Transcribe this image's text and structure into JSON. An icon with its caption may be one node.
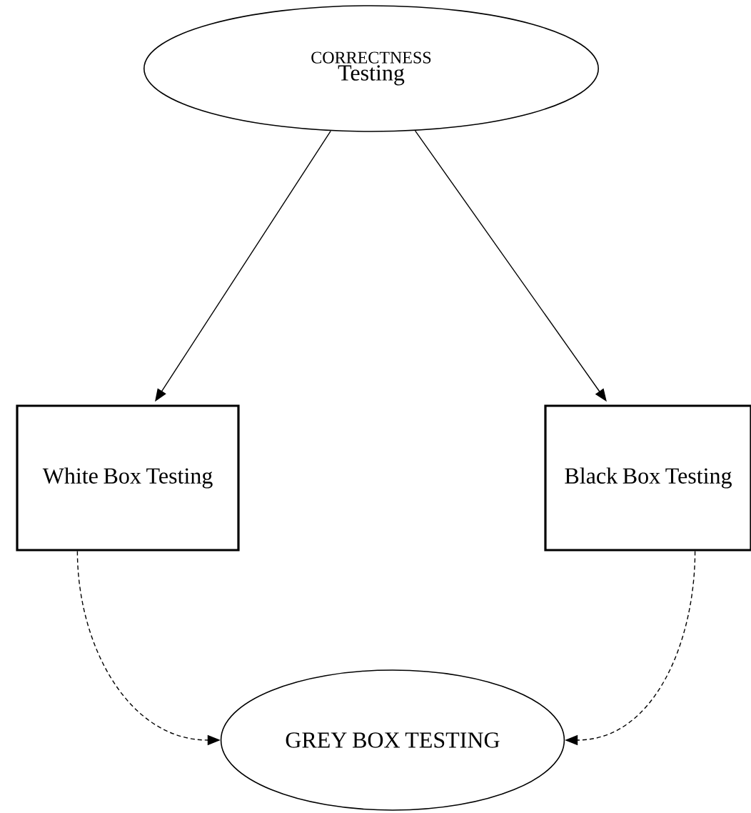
{
  "diagram": {
    "nodes": [
      {
        "text": [
          "CORRECTNESS",
          "Testing"
        ]
      },
      {
        "text": [
          "White Box Testing"
        ]
      },
      {
        "text": [
          "Black Box Testing"
        ]
      },
      {
        "text": [
          "GREY BOX TESTING"
        ]
      }
    ],
    "edges": [
      {
        "from": 0,
        "to": 1,
        "arrow": "to"
      },
      {
        "from": 0,
        "to": 2,
        "arrow": "to"
      },
      {
        "from": 1,
        "to": 3,
        "arrow": "to",
        "style": "dashed"
      },
      {
        "from": 2,
        "to": 3,
        "arrow": "to",
        "style": "dashed"
      }
    ]
  }
}
